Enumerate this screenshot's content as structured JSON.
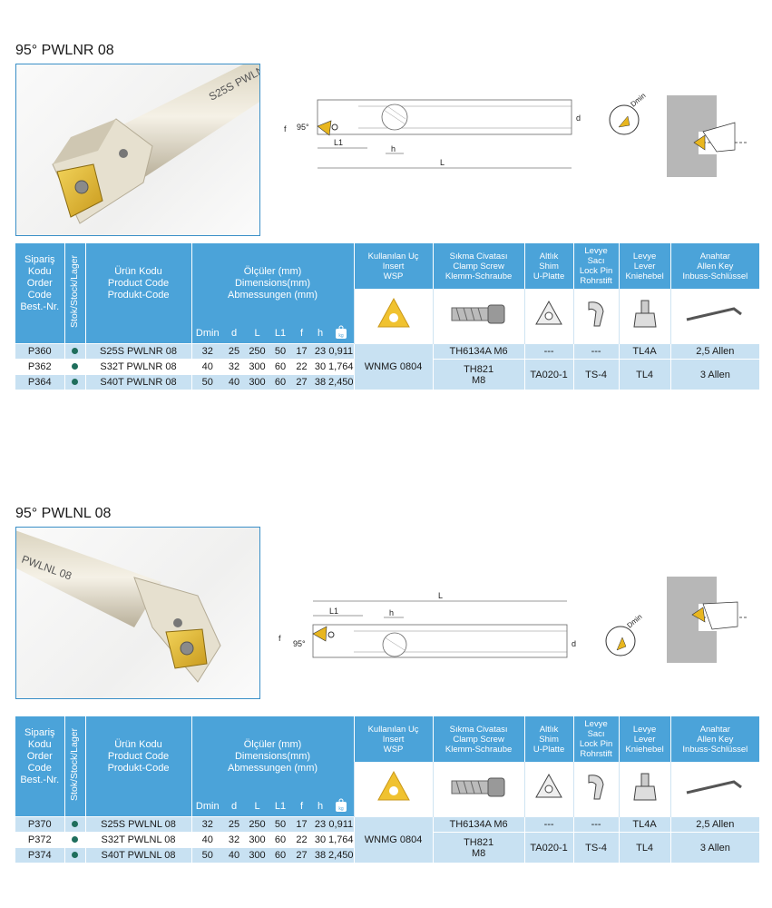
{
  "sections": [
    {
      "title": "95° PWLNR 08",
      "diagram": {
        "angle": "95°",
        "dmin": "Dmin",
        "d": "d",
        "f": "f",
        "L1": "L1",
        "h": "h",
        "L": "L"
      },
      "headers": {
        "order_code": [
          "Sipariş",
          "Kodu",
          "Order",
          "Code",
          "Best.-Nr."
        ],
        "stock": "Stok/Stock/Lager",
        "product_code": [
          "Ürün Kodu",
          "Product Code",
          "Produkt-Code"
        ],
        "dimensions": [
          "Ölçüler (mm)",
          "Dimensions(mm)",
          "Abmessungen (mm)"
        ],
        "insert": [
          "Kullanılan Uç",
          "Insert",
          "WSP"
        ],
        "clamp_screw": [
          "Sıkma Civatası",
          "Clamp Screw",
          "Klemm-Schraube"
        ],
        "shim": [
          "Altlık",
          "Shim",
          "U-Platte"
        ],
        "lock_pin": [
          "Levye",
          "Sacı",
          "Lock Pin",
          "Rohrstift"
        ],
        "lever": [
          "Levye",
          "Lever",
          "Kniehebel"
        ],
        "allen_key": [
          "Anahtar",
          "Allen Key",
          "Inbuss-Schlüssel"
        ]
      },
      "dim_cols": [
        "Dmin",
        "d",
        "L",
        "L1",
        "f",
        "h"
      ],
      "rows": [
        {
          "order": "P360",
          "product": "S25S PWLNR 08",
          "dmin": "32",
          "d": "25",
          "L": "250",
          "L1": "50",
          "f": "17",
          "h": "23",
          "kg": "0,911"
        },
        {
          "order": "P362",
          "product": "S32T PWLNR 08",
          "dmin": "40",
          "d": "32",
          "L": "300",
          "L1": "60",
          "f": "22",
          "h": "30",
          "kg": "1,764"
        },
        {
          "order": "P364",
          "product": "S40T PWLNR 08",
          "dmin": "50",
          "d": "40",
          "L": "300",
          "L1": "60",
          "f": "27",
          "h": "38",
          "kg": "2,450"
        }
      ],
      "insert_value": "WNMG 0804",
      "clamp_r1": "TH6134A M6",
      "clamp_r23": [
        "TH821",
        "M8"
      ],
      "shim_r1": "---",
      "shim_r23": "TA020-1",
      "pin_r1": "---",
      "pin_r23": "TS-4",
      "lever_r1": "TL4A",
      "lever_r23": "TL4",
      "key_r1": "2,5 Allen",
      "key_r23": "3 Allen",
      "stock_color": "#1f6e5c"
    },
    {
      "title": "95° PWLNL 08",
      "diagram": {
        "angle": "95°",
        "dmin": "Dmin",
        "d": "d",
        "f": "f",
        "L1": "L1",
        "h": "h",
        "L": "L"
      },
      "headers": {
        "order_code": [
          "Sipariş",
          "Kodu",
          "Order",
          "Code",
          "Best.-Nr."
        ],
        "stock": "Stok/Stock/Lager",
        "product_code": [
          "Ürün Kodu",
          "Product Code",
          "Produkt-Code"
        ],
        "dimensions": [
          "Ölçüler (mm)",
          "Dimensions(mm)",
          "Abmessungen (mm)"
        ],
        "insert": [
          "Kullanılan Uç",
          "Insert",
          "WSP"
        ],
        "clamp_screw": [
          "Sıkma Civatası",
          "Clamp Screw",
          "Klemm-Schraube"
        ],
        "shim": [
          "Altlık",
          "Shim",
          "U-Platte"
        ],
        "lock_pin": [
          "Levye",
          "Sacı",
          "Lock Pin",
          "Rohrstift"
        ],
        "lever": [
          "Levye",
          "Lever",
          "Kniehebel"
        ],
        "allen_key": [
          "Anahtar",
          "Allen Key",
          "Inbuss-Schlüssel"
        ]
      },
      "dim_cols": [
        "Dmin",
        "d",
        "L",
        "L1",
        "f",
        "h"
      ],
      "rows": [
        {
          "order": "P370",
          "product": "S25S PWLNL 08",
          "dmin": "32",
          "d": "25",
          "L": "250",
          "L1": "50",
          "f": "17",
          "h": "23",
          "kg": "0,911"
        },
        {
          "order": "P372",
          "product": "S32T PWLNL 08",
          "dmin": "40",
          "d": "32",
          "L": "300",
          "L1": "60",
          "f": "22",
          "h": "30",
          "kg": "1,764"
        },
        {
          "order": "P374",
          "product": "S40T PWLNL 08",
          "dmin": "50",
          "d": "40",
          "L": "300",
          "L1": "60",
          "f": "27",
          "h": "38",
          "kg": "2,450"
        }
      ],
      "insert_value": "WNMG 0804",
      "clamp_r1": "TH6134A M6",
      "clamp_r23": [
        "TH821",
        "M8"
      ],
      "shim_r1": "---",
      "shim_r23": "TA020-1",
      "pin_r1": "---",
      "pin_r23": "TS-4",
      "lever_r1": "TL4A",
      "lever_r23": "TL4",
      "key_r1": "2,5 Allen",
      "key_r23": "3 Allen",
      "stock_color": "#1f6e5c"
    }
  ]
}
